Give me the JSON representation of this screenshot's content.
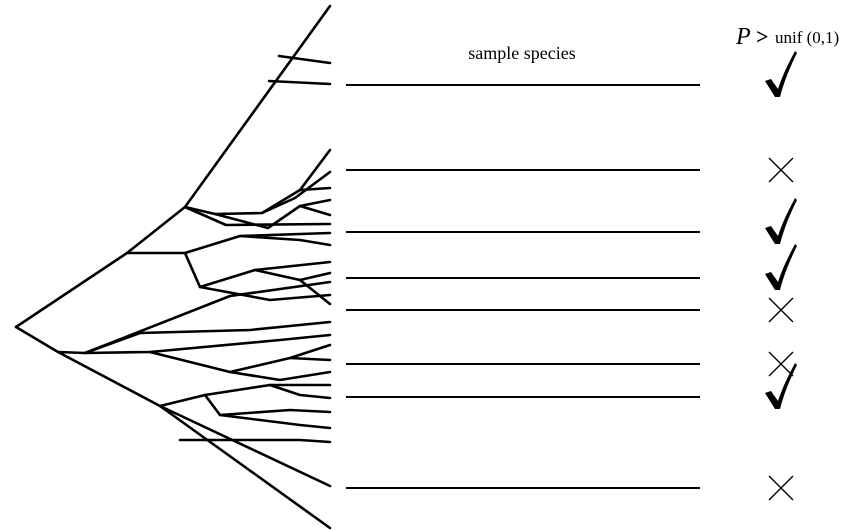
{
  "header": {
    "sample_label": "sample species",
    "criterion": {
      "symbol": "P",
      "operator": ">",
      "distribution": "unif (0,1)"
    }
  },
  "colors": {
    "ink": "#000000",
    "background": "#ffffff"
  },
  "sampled_species": [
    {
      "outcome": "accepted",
      "icon": "check-icon"
    },
    {
      "outcome": "rejected",
      "icon": "cross-icon"
    },
    {
      "outcome": "accepted",
      "icon": "check-icon"
    },
    {
      "outcome": "accepted",
      "icon": "check-icon"
    },
    {
      "outcome": "rejected",
      "icon": "cross-icon"
    },
    {
      "outcome": "rejected",
      "icon": "cross-icon"
    },
    {
      "outcome": "accepted",
      "icon": "check-icon"
    },
    {
      "outcome": "rejected",
      "icon": "cross-icon"
    }
  ]
}
